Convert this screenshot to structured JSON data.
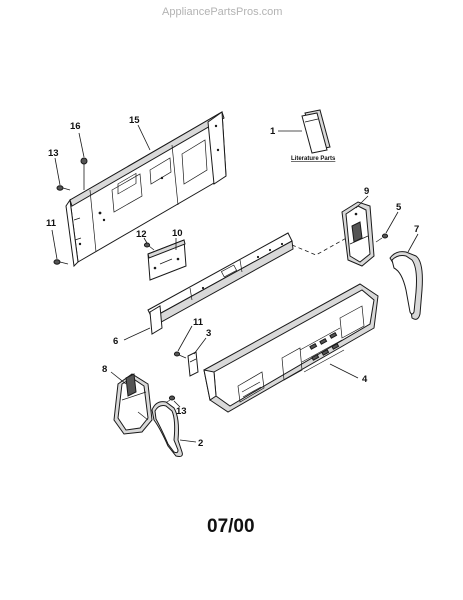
{
  "watermark": "AppliancePartsPros.com",
  "literature_label": "Literature Parts",
  "date_code": "07/00",
  "callouts": {
    "c1": "1",
    "c2": "2",
    "c3": "3",
    "c4": "4",
    "c5": "5",
    "c6": "6",
    "c7": "7",
    "c8": "8",
    "c9": "9",
    "c10": "10",
    "c11a": "11",
    "c11b": "11",
    "c12": "12",
    "c13a": "13",
    "c13b": "13",
    "c15": "15",
    "c16": "16"
  }
}
